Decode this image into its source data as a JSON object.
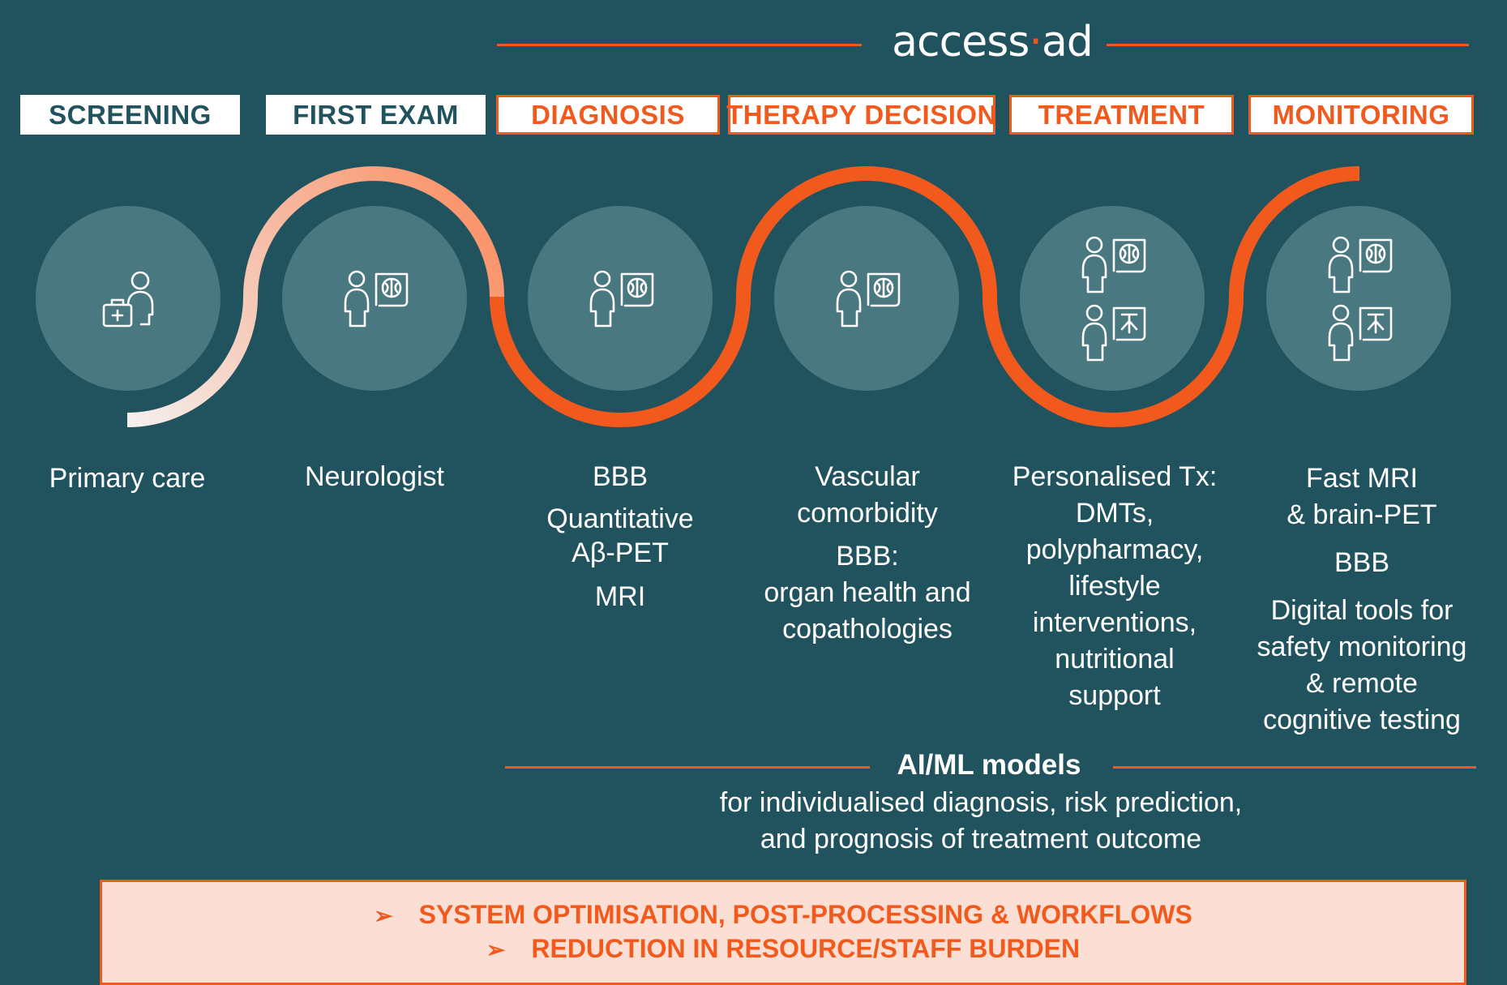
{
  "brand": {
    "name_left": "access",
    "name_dot": "·",
    "name_right": "ad"
  },
  "stages": [
    {
      "label": "SCREENING"
    },
    {
      "label": "FIRST EXAM"
    },
    {
      "label": "DIAGNOSIS"
    },
    {
      "label": "THERAPY DECISION"
    },
    {
      "label": "TREATMENT"
    },
    {
      "label": "MONITORING"
    }
  ],
  "roles": {
    "primary_care": "Primary care",
    "neurologist": "Neurologist"
  },
  "columns": {
    "diagnosis": [
      "BBB",
      "Quantitative",
      "Aβ-PET",
      "MRI"
    ],
    "therapy_decision": [
      "Vascular",
      "comorbidity",
      "BBB:",
      "organ health and",
      "copathologies"
    ],
    "treatment": [
      "Personalised Tx:",
      "DMTs,",
      "polypharmacy,",
      "lifestyle",
      "interventions,",
      "nutritional",
      "support"
    ],
    "monitoring": [
      "Fast MRI",
      "& brain-PET",
      "BBB",
      "Digital tools for",
      "safety monitoring",
      "& remote",
      "cognitive testing"
    ]
  },
  "ai": {
    "title": "AI/ML models",
    "subtitle_1": "for individualised diagnosis, risk prediction,",
    "subtitle_2": "and prognosis of treatment outcome"
  },
  "banner": {
    "arrow": "➢",
    "line_1": "SYSTEM OPTIMISATION, POST-PROCESSING & WORKFLOWS",
    "line_2": "REDUCTION IN RESOURCE/STAFF BURDEN"
  },
  "colors": {
    "background": "#21535f",
    "accent": "#f25a1d",
    "circle": "#4a7880",
    "banner_bg": "#fcdfd4"
  },
  "icons": [
    "doctor-bag-person-icon",
    "person-brain-scan-icon",
    "person-anatomy-scan-icon"
  ]
}
